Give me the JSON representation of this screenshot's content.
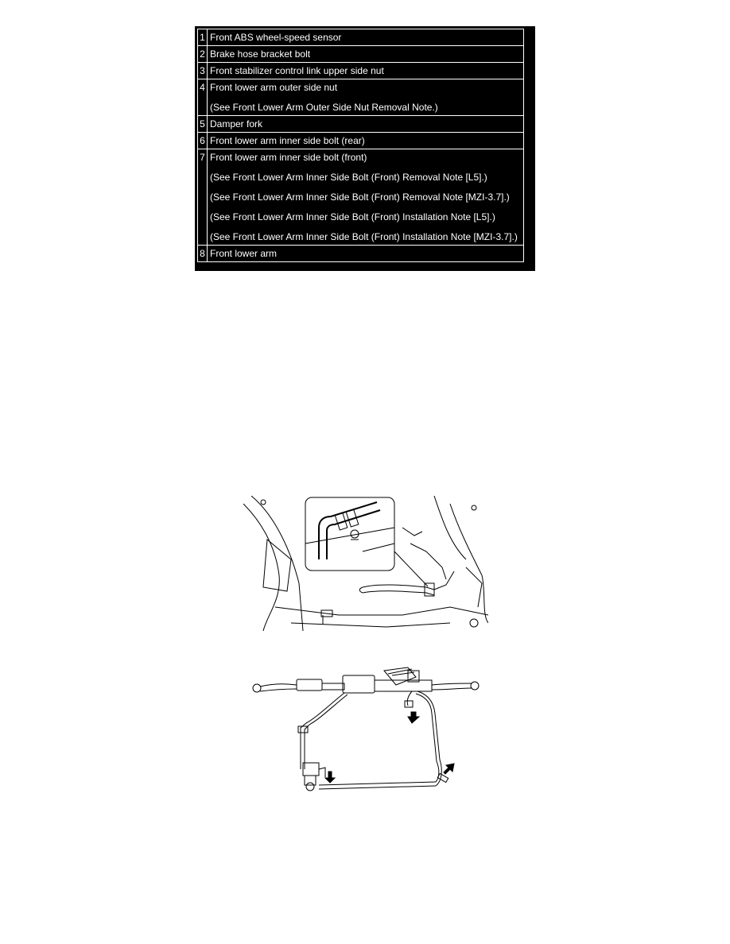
{
  "legend": {
    "rows": [
      {
        "num": "1",
        "lines": [
          "Front ABS wheel-speed sensor"
        ]
      },
      {
        "num": "2",
        "lines": [
          "Brake hose bracket bolt"
        ]
      },
      {
        "num": "3",
        "lines": [
          "Front stabilizer control link upper side nut"
        ]
      },
      {
        "num": "4",
        "lines": [
          "Front lower arm outer side nut",
          "(See Front Lower Arm Outer Side Nut Removal Note.)"
        ]
      },
      {
        "num": "5",
        "lines": [
          "Damper fork"
        ]
      },
      {
        "num": "6",
        "lines": [
          "Front lower arm inner side bolt (rear)"
        ]
      },
      {
        "num": "7",
        "lines": [
          "Front lower arm inner side bolt (front)",
          "(See Front Lower Arm Inner Side Bolt (Front) Removal Note [L5].)",
          "(See Front Lower Arm Inner Side Bolt (Front) Removal Note [MZI-3.7].)",
          "(See Front Lower Arm Inner Side Bolt (Front) Installation Note [L5].)",
          "(See Front Lower Arm Inner Side Bolt (Front) Installation Note [MZI-3.7].)"
        ]
      },
      {
        "num": "8",
        "lines": [
          "Front lower arm"
        ]
      }
    ]
  },
  "figures": {
    "fig1_icon": "hose-clamp-illustration",
    "fig2_icon": "steering-gear-harness-illustration",
    "arrow_icon": "arrow-icon"
  }
}
